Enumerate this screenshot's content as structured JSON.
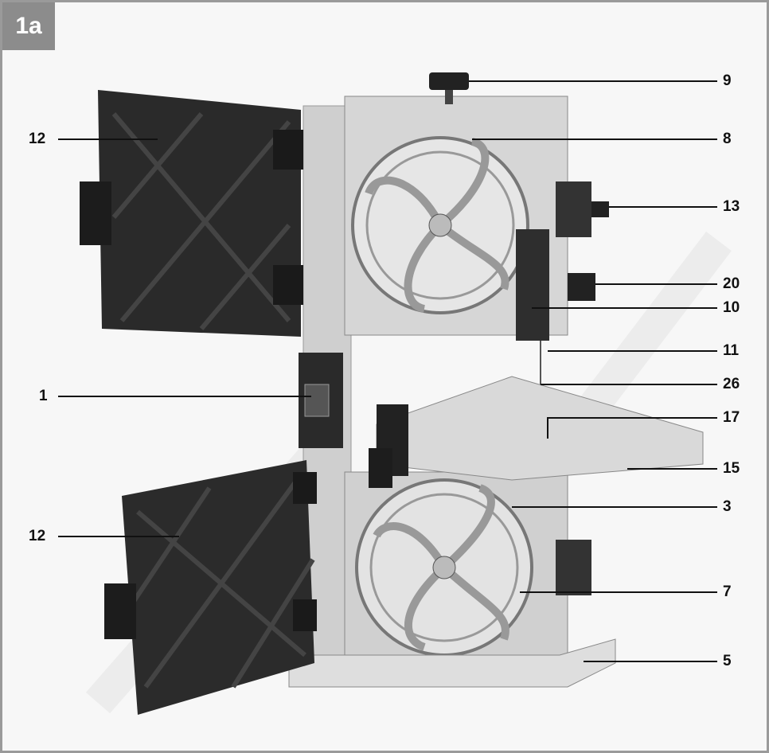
{
  "figure": {
    "tag": "1a"
  },
  "labels": {
    "l9": "9",
    "l8": "8",
    "l13": "13",
    "l20": "20",
    "l10": "10",
    "l11": "11",
    "l26": "26",
    "l17": "17",
    "l15": "15",
    "l3": "3",
    "l7": "7",
    "l5": "5",
    "l12a": "12",
    "l1": "1",
    "l12b": "12"
  },
  "colors": {
    "machine_light": "#c8c8c8",
    "machine_dark": "#2b2b2b",
    "line": "#111111",
    "badge": "#8c8c8c"
  }
}
